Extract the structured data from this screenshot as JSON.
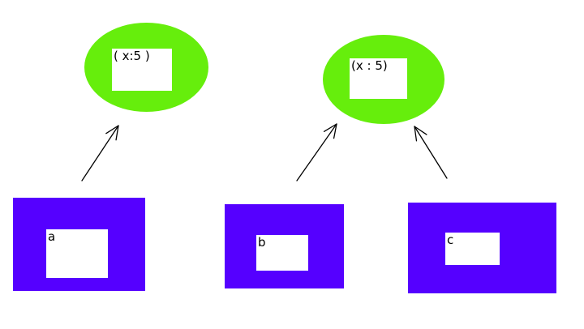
{
  "colors": {
    "shared_object_fill": "#66ee0c",
    "reference_fill": "#5500ff",
    "label_fill": "#ffffff",
    "arrow_stroke": "#000000"
  },
  "shared_objects": [
    {
      "label": "( x:5 )"
    },
    {
      "label": "(x : 5)"
    }
  ],
  "references": [
    {
      "label": "a"
    },
    {
      "label": "b"
    },
    {
      "label": "c"
    }
  ]
}
